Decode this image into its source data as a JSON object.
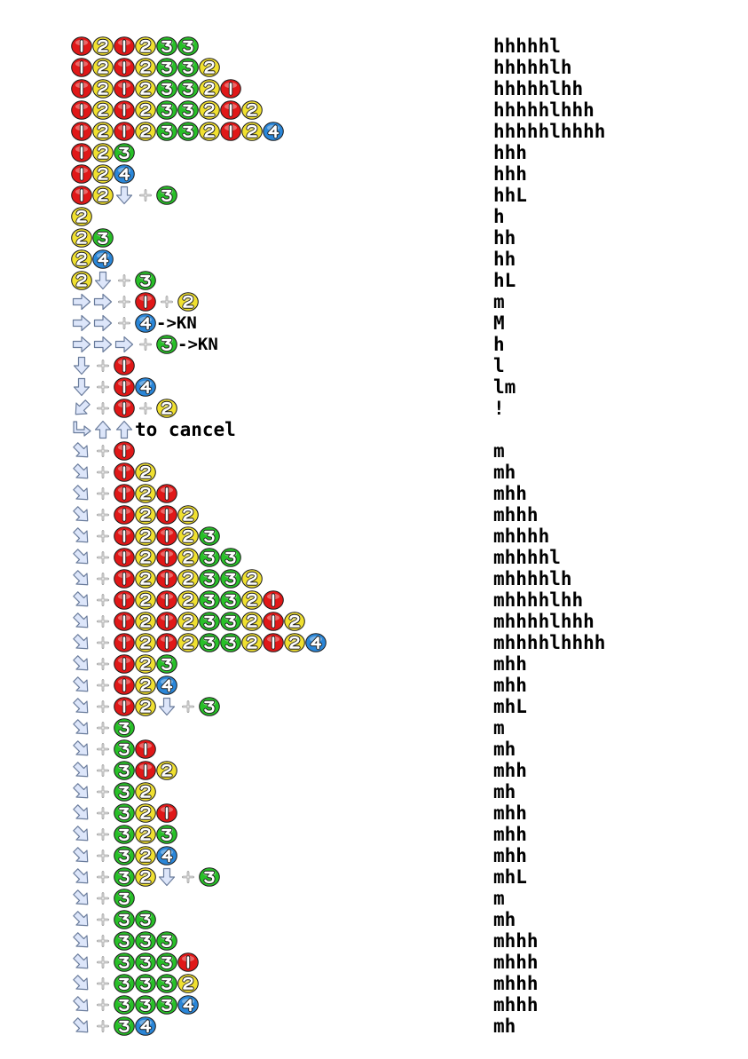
{
  "colors": {
    "b1": "#e01818",
    "b2": "#f0e030",
    "b3": "#28c028",
    "b4": "#2a86d8",
    "arrow_fill": "#dde6fa",
    "arrow_stroke": "#6a7c9c"
  },
  "token_legend": {
    "1": "red ball numbered 1",
    "2": "yellow ball numbered 2",
    "3": "green ball numbered 3",
    "4": "blue ball numbered 4",
    "+": "plus sign",
    "R": "right-arrow-icon",
    "D": "down-arrow-icon",
    "U": "up-arrow-icon",
    "DL": "down-left-arrow-icon",
    "DR": "down-right-arrow-icon",
    "HK": "hook-down-right-arrow-icon"
  },
  "rows": [
    {
      "tokens": [
        "1",
        "2",
        "1",
        "2",
        "3",
        "3"
      ],
      "code": "hhhhhl"
    },
    {
      "tokens": [
        "1",
        "2",
        "1",
        "2",
        "3",
        "3",
        "2"
      ],
      "code": "hhhhhlh"
    },
    {
      "tokens": [
        "1",
        "2",
        "1",
        "2",
        "3",
        "3",
        "2",
        "1"
      ],
      "code": "hhhhhlhh"
    },
    {
      "tokens": [
        "1",
        "2",
        "1",
        "2",
        "3",
        "3",
        "2",
        "1",
        "2"
      ],
      "code": "hhhhhlhhh"
    },
    {
      "tokens": [
        "1",
        "2",
        "1",
        "2",
        "3",
        "3",
        "2",
        "1",
        "2",
        "4"
      ],
      "code": "hhhhhlhhhh"
    },
    {
      "tokens": [
        "1",
        "2",
        "3"
      ],
      "code": "hhh"
    },
    {
      "tokens": [
        "1",
        "2",
        "4"
      ],
      "code": "hhh"
    },
    {
      "tokens": [
        "1",
        "2",
        "D",
        "+",
        "3"
      ],
      "code": "hhL"
    },
    {
      "tokens": [
        "2"
      ],
      "code": "h"
    },
    {
      "tokens": [
        "2",
        "3"
      ],
      "code": "hh"
    },
    {
      "tokens": [
        "2",
        "4"
      ],
      "code": "hh"
    },
    {
      "tokens": [
        "2",
        "D",
        "+",
        "3"
      ],
      "code": "hL"
    },
    {
      "tokens": [
        "R",
        "R",
        "+",
        "1",
        "+",
        "2"
      ],
      "code": "m"
    },
    {
      "tokens": [
        "R",
        "R",
        "+",
        "4"
      ],
      "text": "->KN",
      "code": "M"
    },
    {
      "tokens": [
        "R",
        "R",
        "R",
        "+",
        "3"
      ],
      "text": "->KN",
      "code": "h"
    },
    {
      "tokens": [
        "D",
        "+",
        "1"
      ],
      "code": "l"
    },
    {
      "tokens": [
        "D",
        "+",
        "1",
        "4"
      ],
      "code": "lm"
    },
    {
      "tokens": [
        "DL",
        "+",
        "1",
        "+",
        "2"
      ],
      "code": "!"
    },
    {
      "tokens": [
        "HK",
        "U",
        "U"
      ],
      "text": "to cancel",
      "text_big": true,
      "code": ""
    },
    {
      "tokens": [
        "DR",
        "+",
        "1"
      ],
      "code": "m"
    },
    {
      "tokens": [
        "DR",
        "+",
        "1",
        "2"
      ],
      "code": "mh"
    },
    {
      "tokens": [
        "DR",
        "+",
        "1",
        "2",
        "1"
      ],
      "code": "mhh"
    },
    {
      "tokens": [
        "DR",
        "+",
        "1",
        "2",
        "1",
        "2"
      ],
      "code": "mhhh"
    },
    {
      "tokens": [
        "DR",
        "+",
        "1",
        "2",
        "1",
        "2",
        "3"
      ],
      "code": "mhhhh"
    },
    {
      "tokens": [
        "DR",
        "+",
        "1",
        "2",
        "1",
        "2",
        "3",
        "3"
      ],
      "code": "mhhhhl"
    },
    {
      "tokens": [
        "DR",
        "+",
        "1",
        "2",
        "1",
        "2",
        "3",
        "3",
        "2"
      ],
      "code": "mhhhhlh"
    },
    {
      "tokens": [
        "DR",
        "+",
        "1",
        "2",
        "1",
        "2",
        "3",
        "3",
        "2",
        "1"
      ],
      "code": "mhhhhlhh"
    },
    {
      "tokens": [
        "DR",
        "+",
        "1",
        "2",
        "1",
        "2",
        "3",
        "3",
        "2",
        "1",
        "2"
      ],
      "code": "mhhhhlhhh"
    },
    {
      "tokens": [
        "DR",
        "+",
        "1",
        "2",
        "1",
        "2",
        "3",
        "3",
        "2",
        "1",
        "2",
        "4"
      ],
      "code": "mhhhhlhhhh"
    },
    {
      "tokens": [
        "DR",
        "+",
        "1",
        "2",
        "3"
      ],
      "code": "mhh"
    },
    {
      "tokens": [
        "DR",
        "+",
        "1",
        "2",
        "4"
      ],
      "code": "mhh"
    },
    {
      "tokens": [
        "DR",
        "+",
        "1",
        "2",
        "D",
        "+",
        "3"
      ],
      "code": "mhL"
    },
    {
      "tokens": [
        "DR",
        "+",
        "3"
      ],
      "code": "m"
    },
    {
      "tokens": [
        "DR",
        "+",
        "3",
        "1"
      ],
      "code": "mh"
    },
    {
      "tokens": [
        "DR",
        "+",
        "3",
        "1",
        "2"
      ],
      "code": "mhh"
    },
    {
      "tokens": [
        "DR",
        "+",
        "3",
        "2"
      ],
      "code": "mh"
    },
    {
      "tokens": [
        "DR",
        "+",
        "3",
        "2",
        "1"
      ],
      "code": "mhh"
    },
    {
      "tokens": [
        "DR",
        "+",
        "3",
        "2",
        "3"
      ],
      "code": "mhh"
    },
    {
      "tokens": [
        "DR",
        "+",
        "3",
        "2",
        "4"
      ],
      "code": "mhh"
    },
    {
      "tokens": [
        "DR",
        "+",
        "3",
        "2",
        "D",
        "+",
        "3"
      ],
      "code": "mhL"
    },
    {
      "tokens": [
        "DR",
        "+",
        "3"
      ],
      "code": "m"
    },
    {
      "tokens": [
        "DR",
        "+",
        "3",
        "3"
      ],
      "code": "mh"
    },
    {
      "tokens": [
        "DR",
        "+",
        "3",
        "3",
        "3"
      ],
      "code": "mhhh"
    },
    {
      "tokens": [
        "DR",
        "+",
        "3",
        "3",
        "3",
        "1"
      ],
      "code": "mhhh"
    },
    {
      "tokens": [
        "DR",
        "+",
        "3",
        "3",
        "3",
        "2"
      ],
      "code": "mhhh"
    },
    {
      "tokens": [
        "DR",
        "+",
        "3",
        "3",
        "3",
        "4"
      ],
      "code": "mhhh"
    },
    {
      "tokens": [
        "DR",
        "+",
        "3",
        "4"
      ],
      "code": "mh"
    }
  ]
}
